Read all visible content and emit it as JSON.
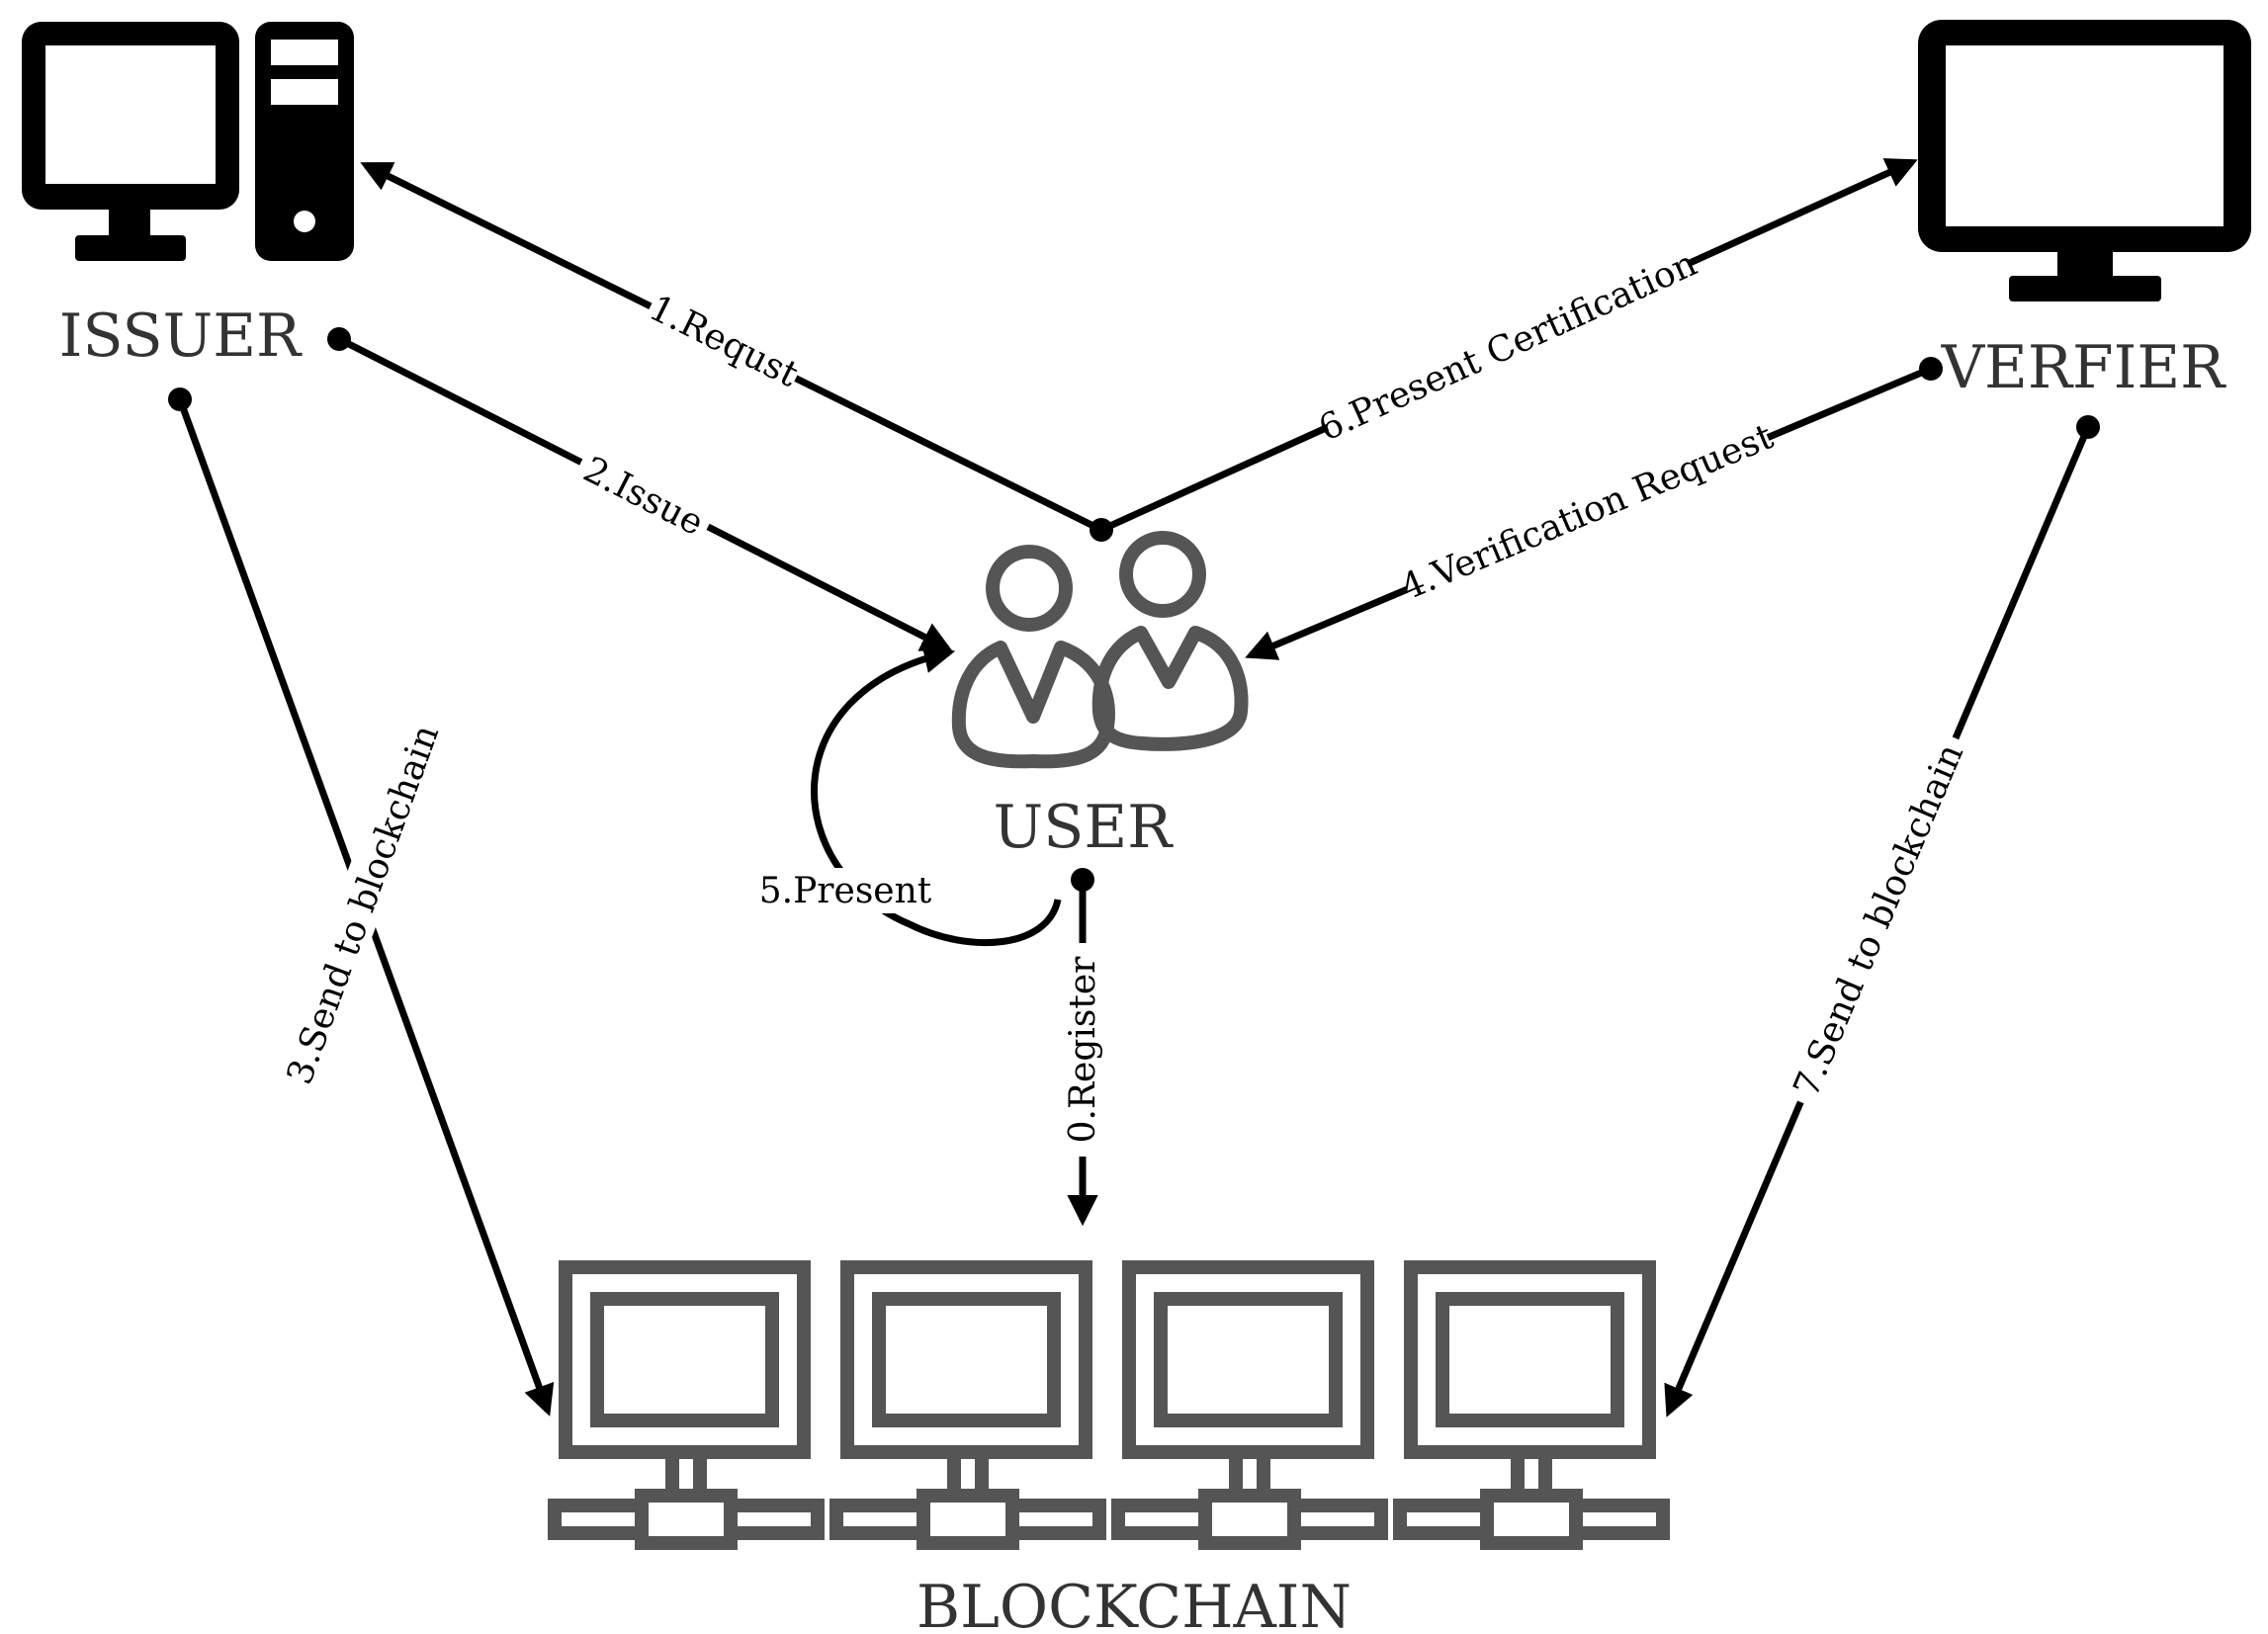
{
  "nodes": {
    "issuer": {
      "label": "ISSUER",
      "icon": "desktop-computer-icon"
    },
    "verifier": {
      "label": "VERFIER",
      "icon": "monitor-icon"
    },
    "user": {
      "label": "USER",
      "icon": "users-icon"
    },
    "blockchain": {
      "label": "BLOCKCHAIN",
      "icon": "networked-computers-icon"
    }
  },
  "edges": {
    "register": "0.Register",
    "request": "1.Requst",
    "issue": "2.Issue",
    "issuer_send": "3.Send to blockchain",
    "verification_request": "4.Verification Request",
    "present": "5.Present",
    "present_certification": "6.Present Certification",
    "verifier_send": "7.Send to blockchain"
  },
  "colors": {
    "icon": "#000000",
    "icon_gray": "#555555",
    "label": "#333333",
    "edge": "#000000"
  }
}
